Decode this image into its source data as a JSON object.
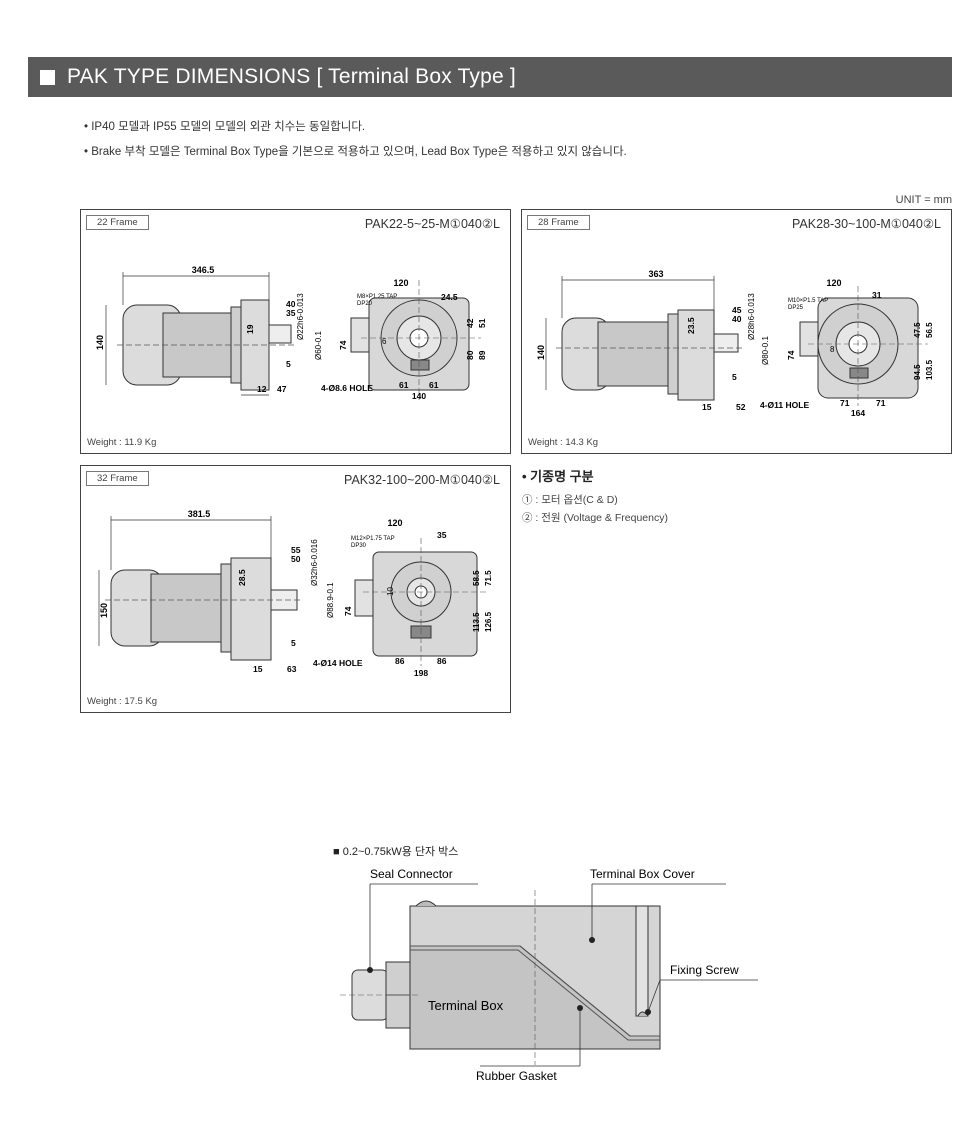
{
  "header": {
    "title": "PAK TYPE DIMENSIONS [ Terminal Box Type ]"
  },
  "notes": [
    "• IP40 모델과 IP55 모델의 모델의 외관 치수는 동일합니다.",
    "• Brake 부착 모델은 Terminal Box Type을 기본으로 적용하고 있으며, Lead Box Type은 적용하고 있지 않습니다."
  ],
  "unit": "UNIT = mm",
  "frames": [
    {
      "tag": "22 Frame",
      "model": "PAK22-5~25-M①040②L",
      "weight": "Weight : 11.9 Kg",
      "dims": {
        "length": "346.5",
        "height": "140",
        "d1": "40",
        "d2": "35",
        "d3": "19",
        "d4": "5",
        "d5": "12",
        "d6": "47",
        "shaft": "Ø22h6-0.013",
        "pilot": "Ø60-0.1",
        "w": "120",
        "off": "24.5",
        "tap": "M8×P1.25 TAP",
        "dp": "DP20",
        "a": "42",
        "b": "51",
        "c": "80",
        "e": "89",
        "f": "74",
        "g": "6",
        "hole": "4-Ø8.6 HOLE",
        "h1": "61",
        "h2": "61",
        "wb": "140"
      }
    },
    {
      "tag": "28 Frame",
      "model": "PAK28-30~100-M①040②L",
      "weight": "Weight : 14.3 Kg",
      "dims": {
        "length": "363",
        "height": "140",
        "d1": "45",
        "d2": "40",
        "d3": "23.5",
        "d4": "5",
        "d5": "15",
        "d6": "52",
        "shaft": "Ø28h6-0.013",
        "pilot": "Ø80-0.1",
        "w": "120",
        "off": "31",
        "tap": "M10×P1.5 TAP",
        "dp": "DP25",
        "a": "47.5",
        "b": "56.5",
        "c": "94.5",
        "e": "103.5",
        "f": "74",
        "g": "8",
        "hole": "4-Ø11 HOLE",
        "h1": "71",
        "h2": "71",
        "wb": "164"
      }
    },
    {
      "tag": "32 Frame",
      "model": "PAK32-100~200-M①040②L",
      "weight": "Weight : 17.5 Kg",
      "dims": {
        "length": "381.5",
        "height": "150",
        "d1": "55",
        "d2": "50",
        "d3": "28.5",
        "d4": "5",
        "d5": "15",
        "d6": "63",
        "shaft": "Ø32h6-0.016",
        "pilot": "Ø88.9-0.1",
        "w": "120",
        "off": "35",
        "tap": "M12×P1.75 TAP",
        "dp": "DP30",
        "a": "58.5",
        "b": "71.5",
        "c": "113.5",
        "e": "126.5",
        "f": "74",
        "g": "10",
        "hole": "4-Ø14 HOLE",
        "h1": "86",
        "h2": "86",
        "wb": "198"
      }
    }
  ],
  "legend": {
    "title": "• 기종명 구분",
    "items": [
      "① : 모터 옵션(C & D)",
      "② : 전원 (Voltage & Frequency)"
    ]
  },
  "terminal_box": {
    "title": "■ 0.2~0.75kW용 단자 박스",
    "labels": {
      "seal": "Seal Connector",
      "cover": "Terminal Box Cover",
      "screw": "Fixing Screw",
      "box": "Terminal Box",
      "gasket": "Rubber Gasket"
    }
  }
}
